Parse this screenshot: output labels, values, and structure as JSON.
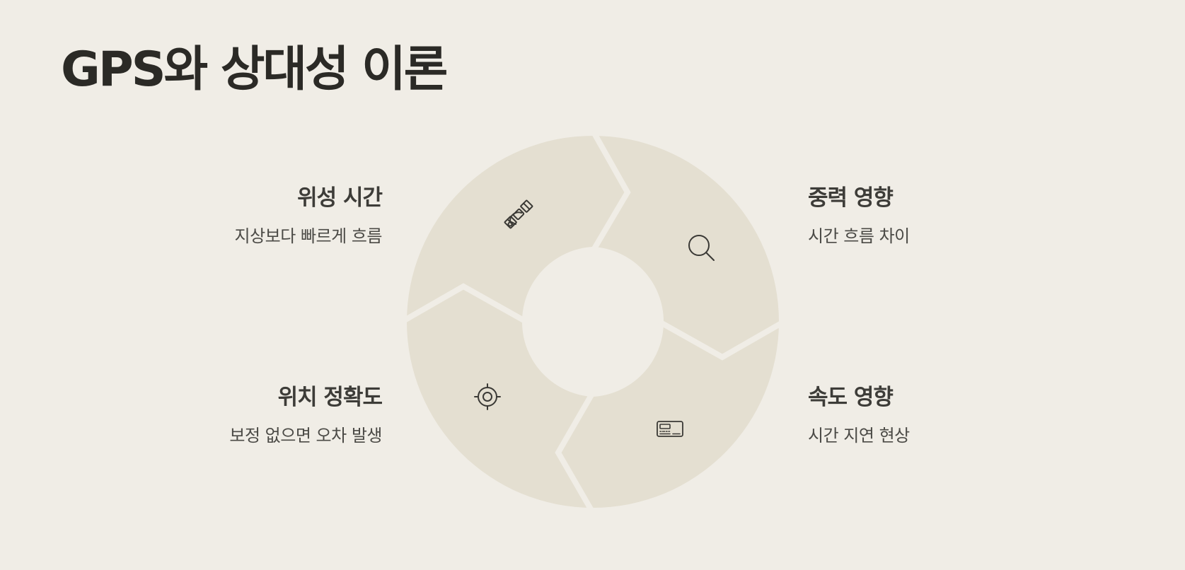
{
  "title": "GPS와 상대성 이론",
  "colors": {
    "background": "#f0ede6",
    "segment": "#e4dfd1",
    "separator": "#f0ede6",
    "heading": "#2b2a26",
    "text": "#4b4a46"
  },
  "items": [
    {
      "heading": "위성 시간",
      "description": "지상보다 빠르게 흐름",
      "icon": "satellite-icon"
    },
    {
      "heading": "중력 영향",
      "description": "시간 흐름 차이",
      "icon": "search-icon"
    },
    {
      "heading": "속도 영향",
      "description": "시간 지연 현상",
      "icon": "display-icon"
    },
    {
      "heading": "위치 정확도",
      "description": "보정 없으면 오차 발생",
      "icon": "target-icon"
    }
  ]
}
